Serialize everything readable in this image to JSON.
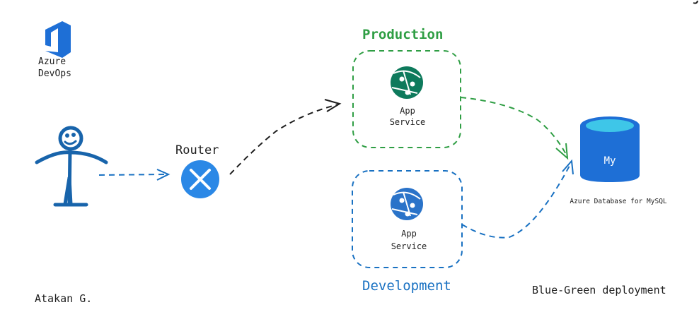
{
  "logo": {
    "line1": "Azure",
    "line2": "DevOps"
  },
  "user": {
    "label": "Atakan G."
  },
  "router": {
    "label": "Router"
  },
  "production": {
    "title": "Production",
    "service_line1": "App",
    "service_line2": "Service"
  },
  "development": {
    "title": "Development",
    "service_line1": "App",
    "service_line2": "Service"
  },
  "database": {
    "label": "Azure Database for MySQL",
    "icon_text": "My"
  },
  "footer": {
    "caption": "Blue-Green deployment"
  },
  "colors": {
    "production": "#2f9e44",
    "development": "#1971c2",
    "azure_blue": "#1e6fd6",
    "db_cyan": "#3ec6e8",
    "stick": "#1864ab",
    "arrow": "#1e1e1e",
    "app_green": "#0e7a5c",
    "app_blue": "#2a73c9"
  }
}
